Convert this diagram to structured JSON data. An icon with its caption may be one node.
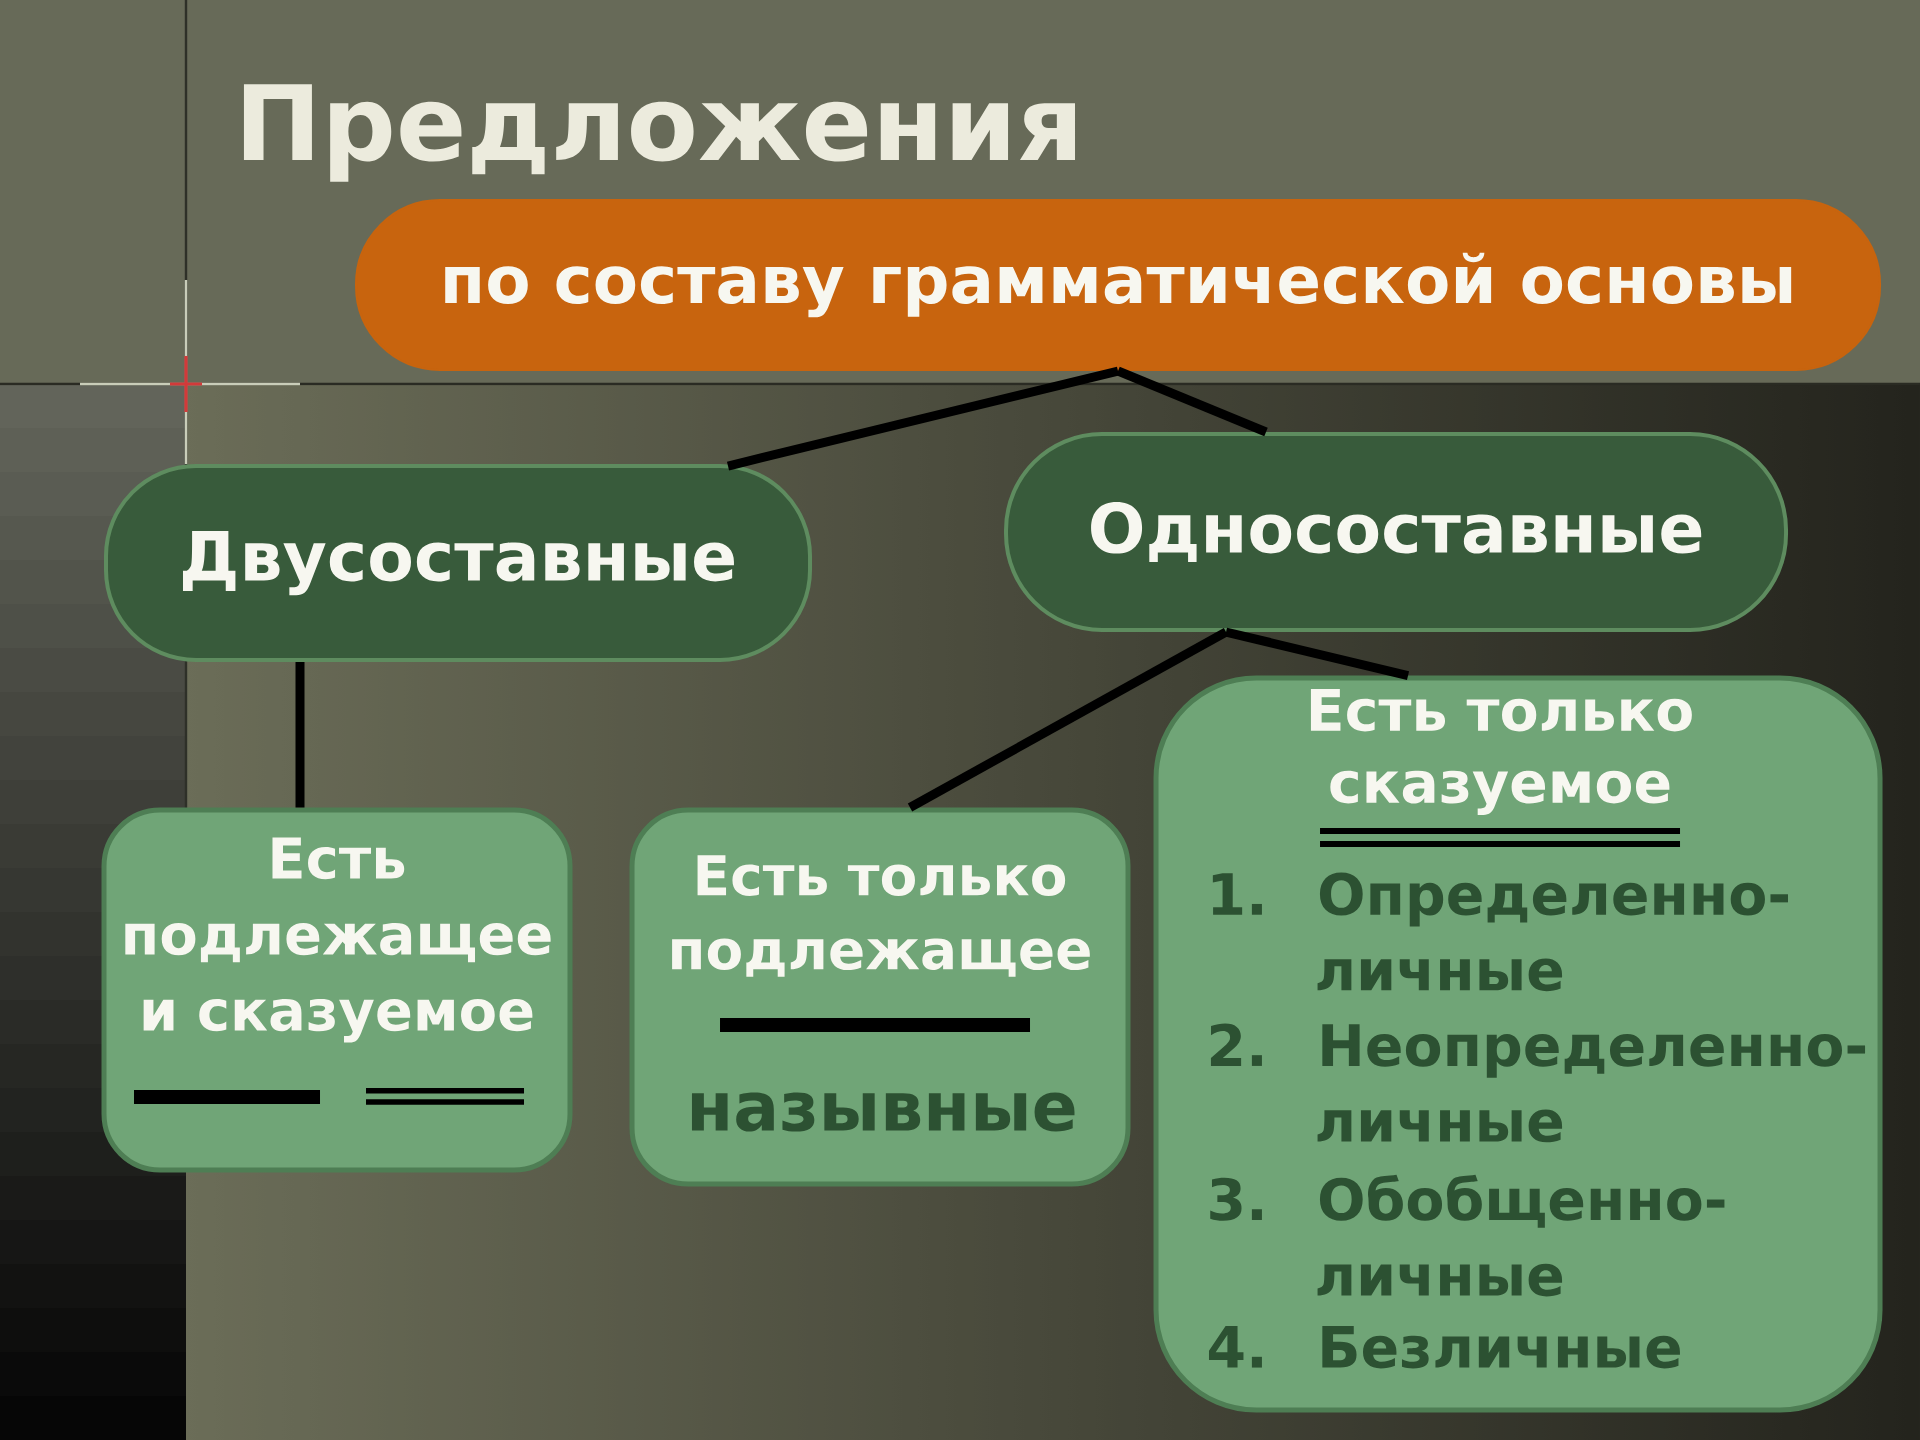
{
  "diagram": {
    "title": "Предложения",
    "nodes": [
      {
        "text": [
          "по составу грамматической основы"
        ]
      },
      {
        "text": [
          "Двусоставные"
        ]
      },
      {
        "text": [
          "Односоставные"
        ]
      },
      {
        "text": [
          "Есть подлежащее и сказуемое"
        ]
      },
      {
        "text": [
          "Есть только подлежащее",
          "назывные"
        ]
      },
      {
        "text": [
          "Есть только сказуемое",
          "1. Определенно-личные",
          "2. Неопределенно-личные",
          "3. Обобщенно-личные",
          "4. Безличные"
        ]
      }
    ],
    "edges": [
      {
        "from": 0,
        "to": 1,
        "arrow": "none"
      },
      {
        "from": 0,
        "to": 2,
        "arrow": "none"
      },
      {
        "from": 1,
        "to": 3,
        "arrow": "none"
      },
      {
        "from": 2,
        "to": 4,
        "arrow": "none"
      },
      {
        "from": 2,
        "to": 5,
        "arrow": "none"
      }
    ]
  }
}
